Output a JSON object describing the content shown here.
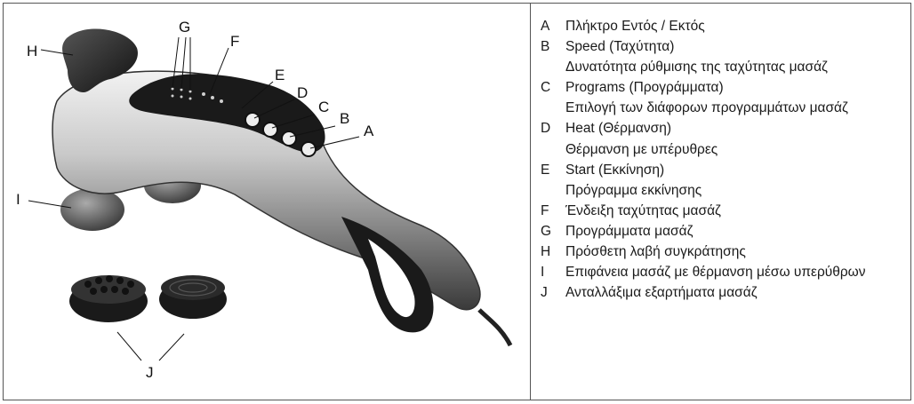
{
  "figure": {
    "callouts": [
      "A",
      "B",
      "C",
      "D",
      "E",
      "F",
      "G",
      "H",
      "I",
      "J"
    ]
  },
  "legend": [
    {
      "key": "A",
      "text": "Πλήκτρο Εντός / Εκτός"
    },
    {
      "key": "B",
      "text": "Speed (Ταχύτητα)"
    },
    {
      "key": "",
      "text": "Δυνατότητα ρύθμισης της ταχύτητας μασάζ"
    },
    {
      "key": "C",
      "text": "Programs (Προγράμματα)"
    },
    {
      "key": "",
      "text": "Επιλογή των διάφορων προγραμμάτων μασάζ"
    },
    {
      "key": "D",
      "text": "Heat (Θέρμανση)"
    },
    {
      "key": "",
      "text": "Θέρμανση με υπέρυθρες"
    },
    {
      "key": "E",
      "text": "Start (Εκκίνηση)"
    },
    {
      "key": "",
      "text": "Πρόγραμμα εκκίνησης"
    },
    {
      "key": "F",
      "text": "Ένδειξη ταχύτητας μασάζ"
    },
    {
      "key": "G",
      "text": "Προγράμματα μασάζ"
    },
    {
      "key": "H",
      "text": "Πρόσθετη λαβή συγκράτησης"
    },
    {
      "key": "I",
      "text": "Επιφάνεια μασάζ με θέρμανση μέσω υπερύθρων"
    },
    {
      "key": "J",
      "text": "Ανταλλάξιμα εξαρτήματα μασάζ"
    }
  ]
}
